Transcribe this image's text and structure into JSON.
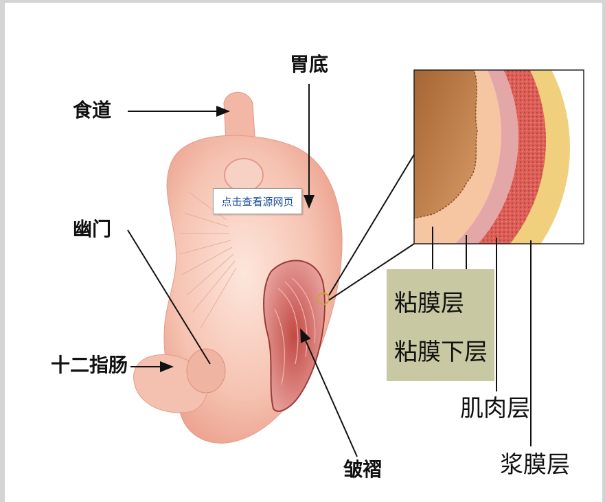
{
  "labels": {
    "esophagus": "食道",
    "fundus": "胃底",
    "pylorus": "幽门",
    "duodenum": "十二指肠",
    "folds": "皱褶"
  },
  "layers": {
    "mucosa": "粘膜层",
    "submucosa": "粘膜下层",
    "muscle": "肌肉层",
    "serosa": "浆膜层"
  },
  "link": {
    "view_label": "点击查看源网页"
  },
  "colors": {
    "stomach": "#f3b9a8",
    "stomach_dark": "#e58f7e",
    "mucosa": "#c77a48",
    "submucosa": "#f6c6a3",
    "muscle": "#e0655c",
    "serosa": "#f1d07d",
    "legend_bg": "#c8c8a2"
  }
}
